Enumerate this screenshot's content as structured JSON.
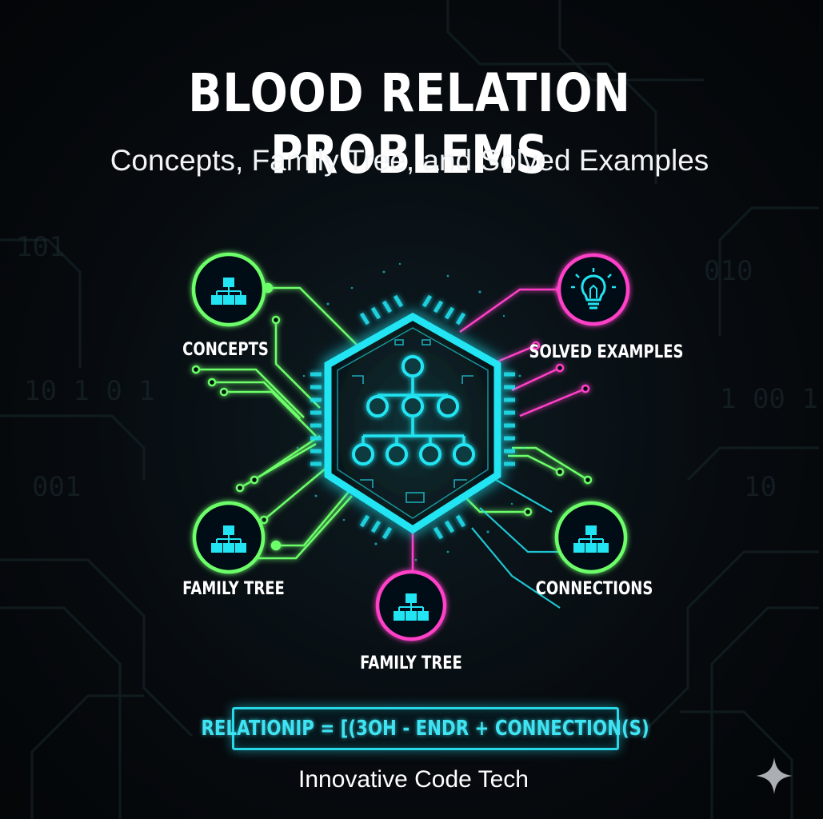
{
  "title": "BLOOD RELATION PROBLEMS",
  "subtitle": "Concepts, Family Tree, and Solved Examples",
  "nodes": [
    {
      "label": "CONCEPTS",
      "icon": "hierarchy-icon",
      "color": "#6dff6a"
    },
    {
      "label": "SOLVED EXAMPLES",
      "icon": "lightbulb-icon",
      "color": "#ff3fc8"
    },
    {
      "label": "FAMILY TREE",
      "icon": "hierarchy-icon",
      "color": "#6dff6a"
    },
    {
      "label": "FAMILY TREE",
      "icon": "hierarchy-icon",
      "color": "#ff3fc8"
    },
    {
      "label": "CONNECTIONS",
      "icon": "hierarchy-icon",
      "color": "#6dff6a"
    }
  ],
  "center": {
    "icon": "family-tree-chip-icon",
    "color": "#22e4f2"
  },
  "formula": "RELATIONIP = [(3OH - ENDR + CONNECTION(S)",
  "brand": "Innovative Code Tech",
  "watermark_icon": "sparkle-icon",
  "colors": {
    "background": "#05080b",
    "cyan": "#22e4f2",
    "green": "#6dff6a",
    "magenta": "#ff3fc8"
  }
}
